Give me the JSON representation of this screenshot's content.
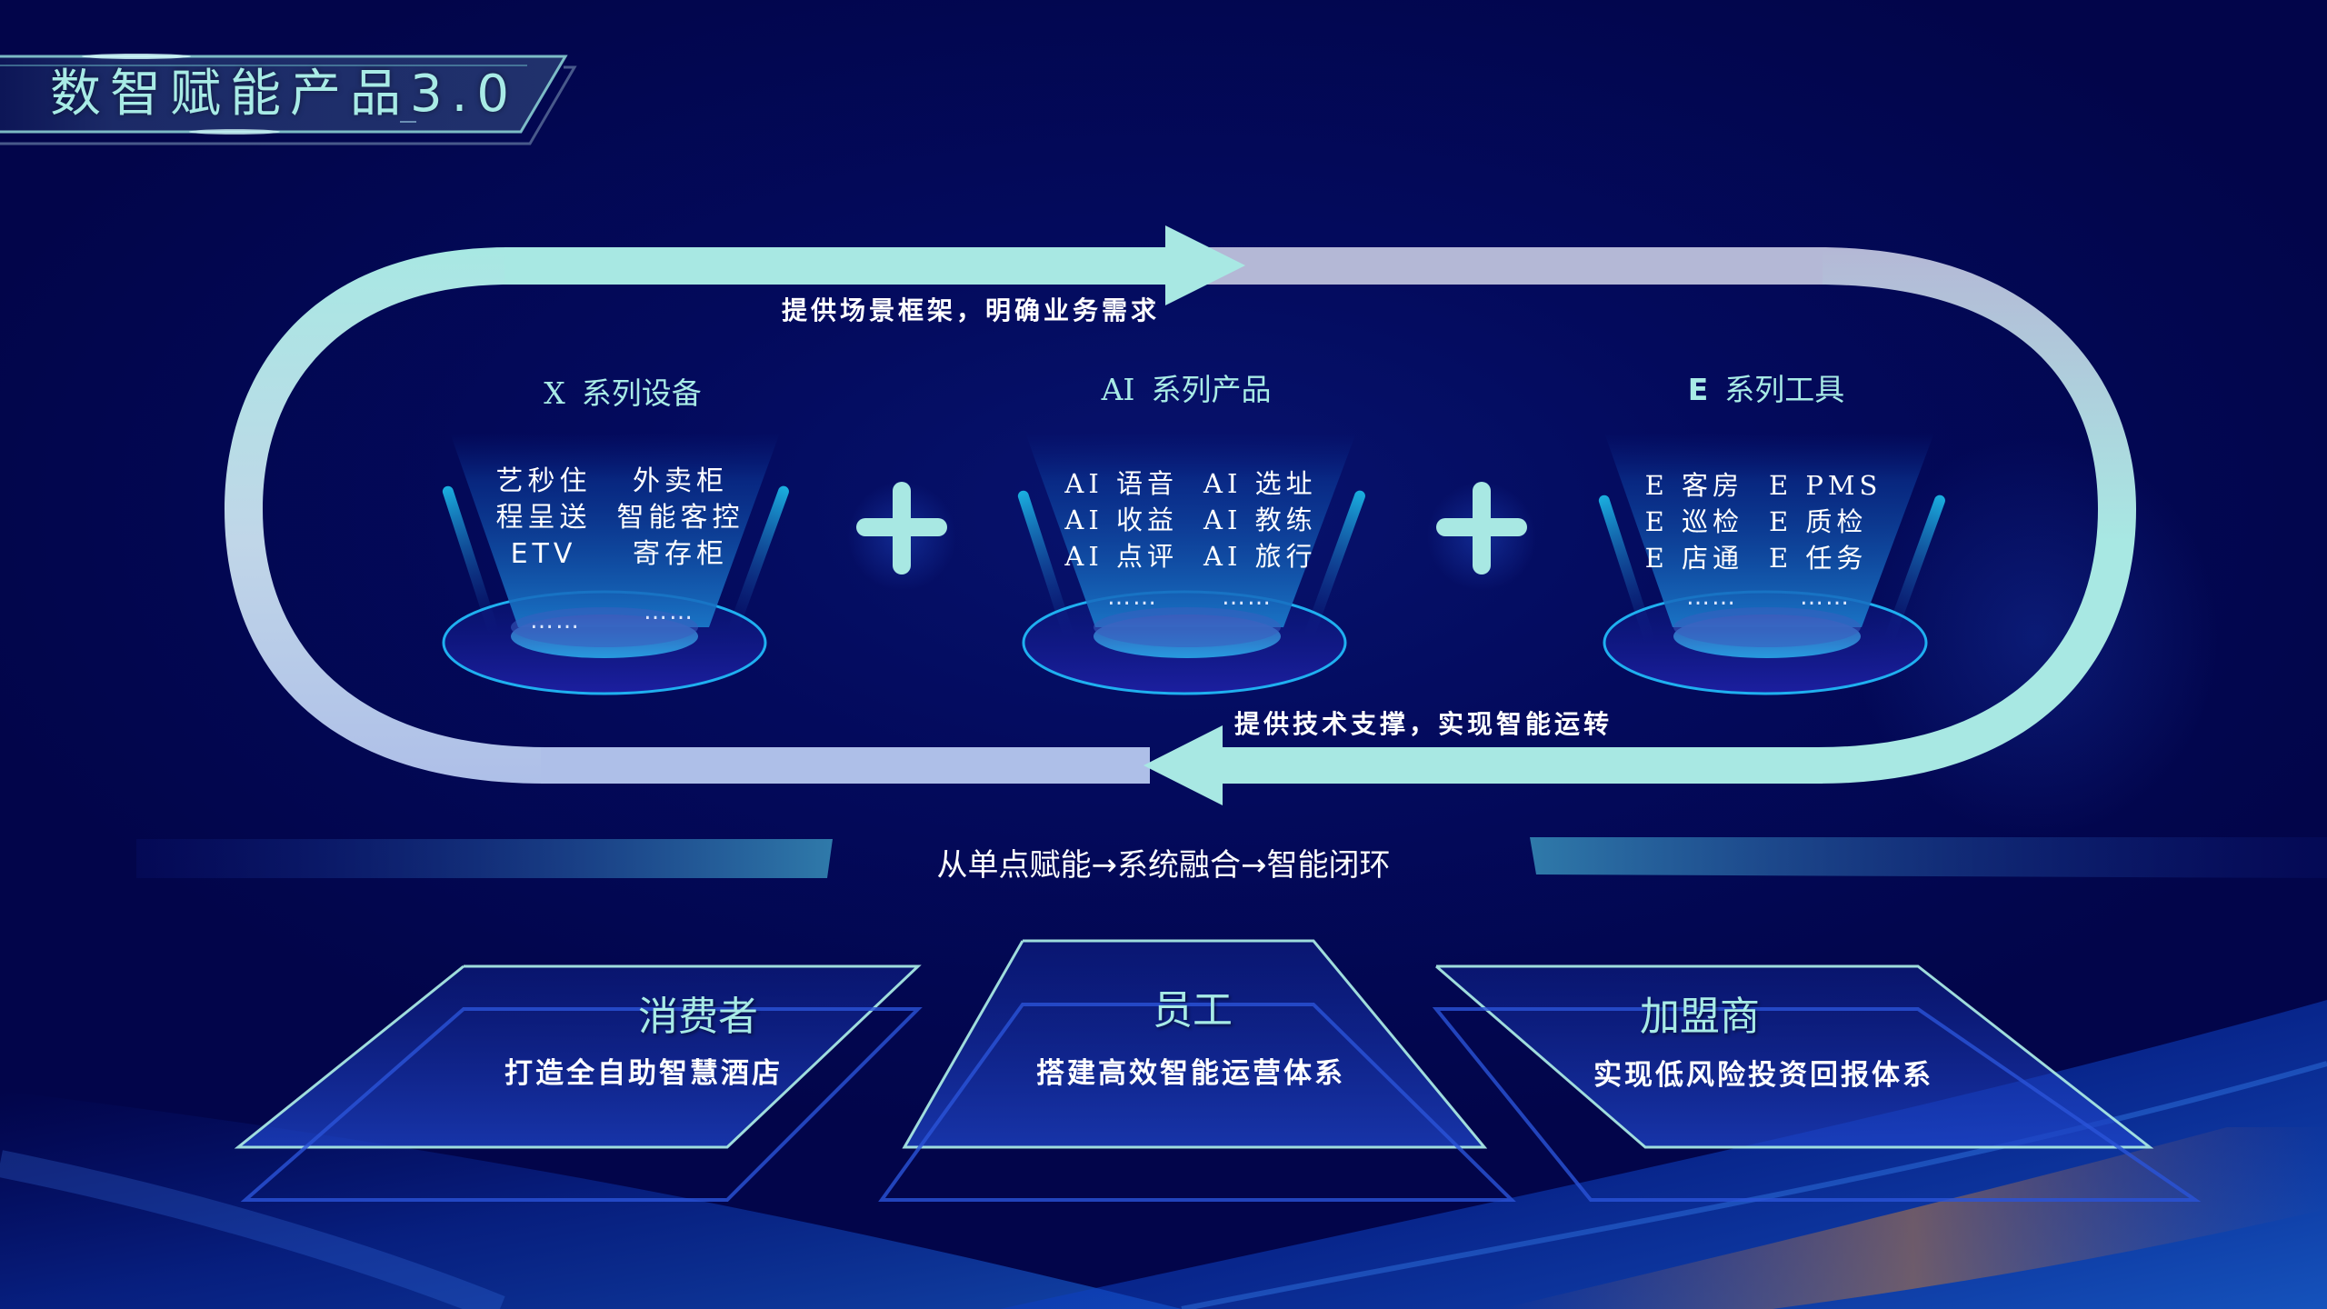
{
  "header": {
    "title": "数智赋能产品3.0"
  },
  "loop": {
    "top_label": "提供场景框架，明确业务需求",
    "bottom_label": "提供技术支撑，实现智能运转",
    "colors": {
      "teal": "#a8e8e3",
      "lavender": "#b0b8dc"
    }
  },
  "series": [
    {
      "prefix": "X",
      "name": "系列设备",
      "items": [
        "艺秒住",
        "外卖柜",
        "程呈送",
        "智能客控",
        "ETV",
        "寄存柜"
      ],
      "more_left": "……",
      "more_right": "……"
    },
    {
      "prefix": "AI",
      "name": "系列产品",
      "items": [
        "AI 语音",
        "AI 选址",
        "AI 收益",
        "AI 教练",
        "AI 点评",
        "AI 旅行"
      ],
      "more_left": "……",
      "more_right": "……"
    },
    {
      "prefix": "E",
      "name": "系列工具",
      "items": [
        "E 客房",
        "E PMS",
        "E 巡检",
        "E 质检",
        "E 店通",
        "E 任务"
      ],
      "more_left": "……",
      "more_right": "……"
    }
  ],
  "operators": [
    "plus-icon",
    "plus-icon"
  ],
  "summary": "从单点赋能→系统融合→智能闭环",
  "audiences": [
    {
      "title": "消费者",
      "description": "打造全自助智慧酒店"
    },
    {
      "title": "员工",
      "description": "搭建高效智能运营体系"
    },
    {
      "title": "加盟商",
      "description": "实现低风险投资回报体系"
    }
  ]
}
